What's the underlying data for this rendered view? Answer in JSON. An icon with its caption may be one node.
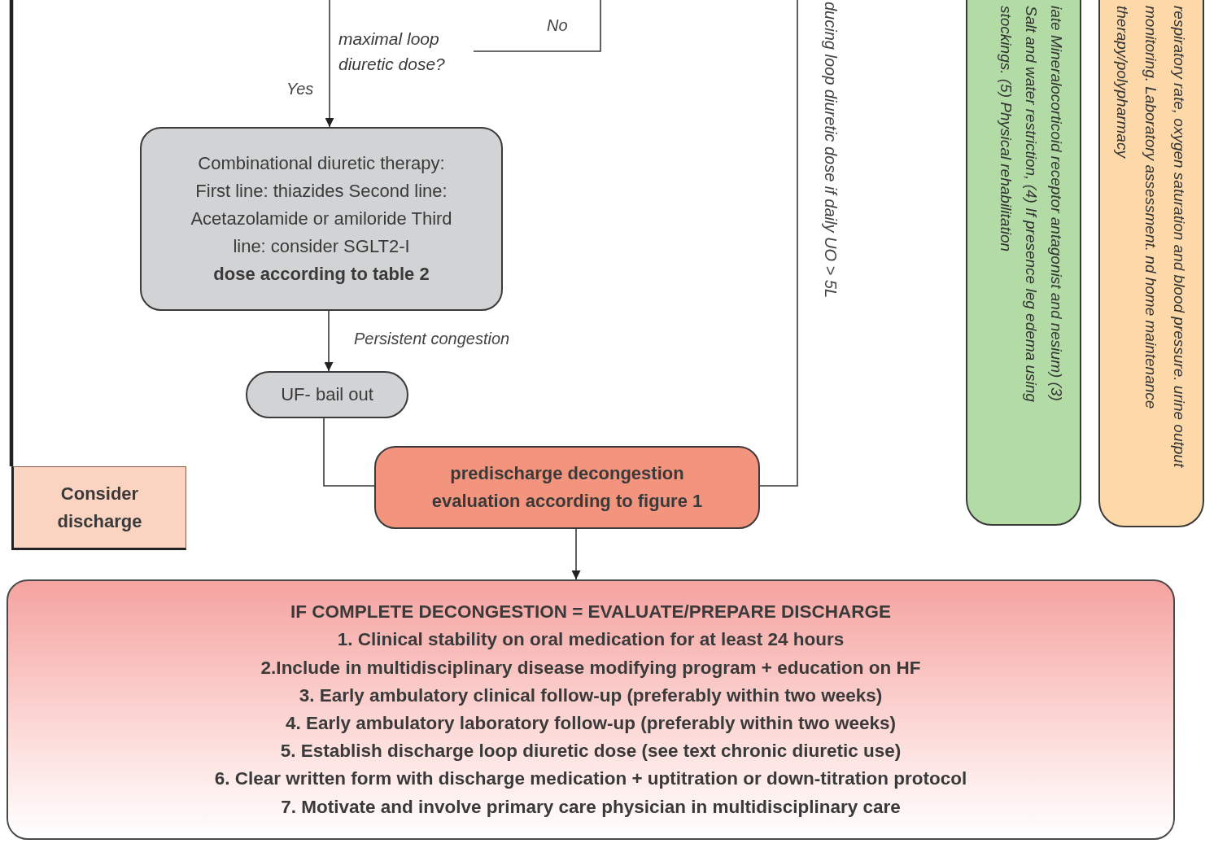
{
  "diagram": {
    "nodes": [
      {
        "text": [
          "maximal loop diuretic dose?"
        ]
      },
      {
        "text": [
          "Combinational diuretic therapy: First line: thiazides Second line: Acetazolamide or amiloride Third line: consider SGLT2-I",
          "dose according to table 2"
        ]
      },
      {
        "text": [
          "UF- bail out"
        ]
      },
      {
        "text": [
          "predischarge decongestion evaluation according to figure 1"
        ]
      },
      {
        "text": [
          "Consider discharge"
        ]
      },
      {
        "text": [
          "IF COMPLETE DECONGESTION = EVALUATE/PREPARE DISCHARGE",
          "1. Clinical stability on oral medication for at least 24 hours",
          "2.Include in multidisciplinary disease modifying program + education on HF",
          "3. Early ambulatory clinical follow-up (preferably within two weeks)",
          "4. Early ambulatory laboratory follow-up (preferably within two weeks)",
          "5. Establish discharge loop diuretic dose (see text chronic diuretic use)",
          "6. Clear written form with discharge medication + uptitration or down-titration protocol",
          "7. Motivate and involve primary care physician in multidisciplinary care"
        ]
      },
      {
        "text": [
          "iate Mineralocorticoid receptor antagonist and nesium) (3) Salt and water restriction, (4) If presence leg edema using stockings. (5) Physical rehabilitation"
        ]
      },
      {
        "text": [
          "respiratory rate, oxygen saturation and blood pressure. urine output monitoring. Laboratory assessment. nd home maintenance therapy/polypharmacy"
        ]
      }
    ],
    "edges": [
      {
        "from": null,
        "to": 1,
        "arrow": "to",
        "label": "Yes"
      },
      {
        "from": 0,
        "to": null,
        "arrow": "none",
        "label": "No"
      },
      {
        "from": 1,
        "to": 2,
        "arrow": "to",
        "label": "Persistent congestion"
      },
      {
        "from": 2,
        "to": 3,
        "arrow": "none"
      },
      {
        "from": null,
        "to": 3,
        "arrow": "none",
        "label": "ducing loop diuretic dose if daily UO > 5L"
      },
      {
        "from": 3,
        "to": 5,
        "arrow": "to"
      },
      {
        "from": null,
        "to": 4,
        "arrow": "none",
        "style": "thick"
      }
    ]
  }
}
